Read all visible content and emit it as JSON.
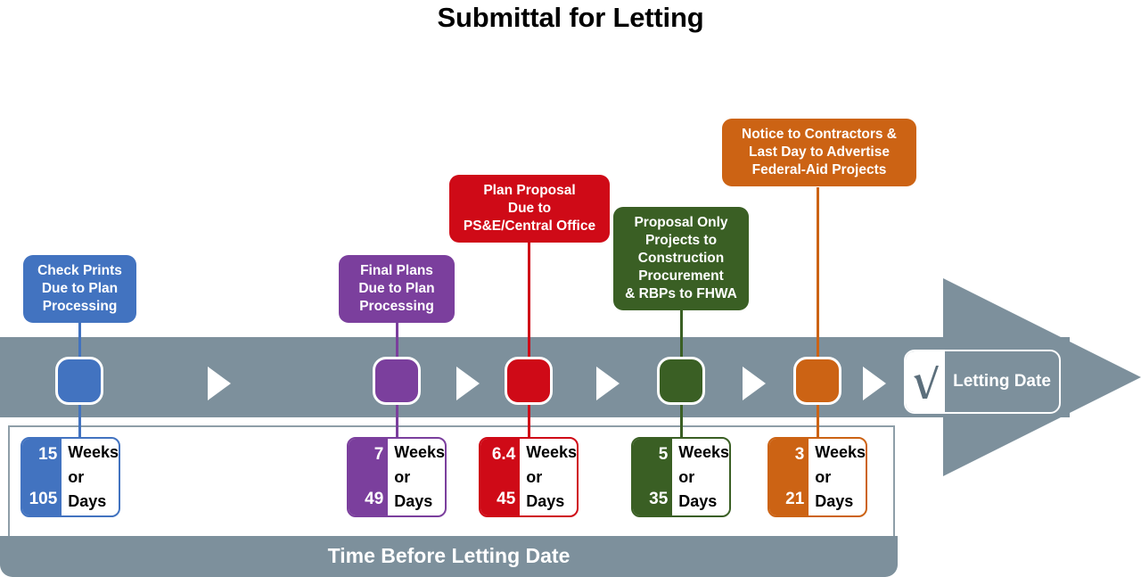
{
  "title": "Submittal for Letting",
  "footer": {
    "label": "Time Before Letting Date"
  },
  "letting": {
    "label": "Letting Date",
    "icon": "check-radical-icon"
  },
  "colors": {
    "band": "#7d909c",
    "blue": "#4273c0",
    "purple": "#7b3f9d",
    "red": "#cf0a17",
    "green": "#3a5f24",
    "orange": "#cc6314",
    "panel_border": "#8e9ea8",
    "white": "#ffffff",
    "black": "#000000"
  },
  "milestones": [
    {
      "id": "check-prints",
      "color": "#4273c0",
      "callout_lines": [
        "Check Prints",
        "Due to Plan",
        "Processing"
      ],
      "weeks": "15",
      "days": "105",
      "unit_top": "Weeks",
      "unit_mid": "or",
      "unit_bottom": "Days"
    },
    {
      "id": "final-plans",
      "color": "#7b3f9d",
      "callout_lines": [
        "Final Plans",
        "Due to Plan",
        "Processing"
      ],
      "weeks": "7",
      "days": "49",
      "unit_top": "Weeks",
      "unit_mid": "or",
      "unit_bottom": "Days"
    },
    {
      "id": "plan-proposal",
      "color": "#cf0a17",
      "callout_lines": [
        "Plan Proposal",
        "Due to",
        "PS&E/Central Office"
      ],
      "weeks": "6.4",
      "days": "45",
      "unit_top": "Weeks",
      "unit_mid": "or",
      "unit_bottom": "Days"
    },
    {
      "id": "proposal-only",
      "color": "#3a5f24",
      "callout_lines": [
        "Proposal Only",
        "Projects to",
        "Construction",
        "Procurement",
        "& RBPs to FHWA"
      ],
      "weeks": "5",
      "days": "35",
      "unit_top": "Weeks",
      "unit_mid": "or",
      "unit_bottom": "Days"
    },
    {
      "id": "notice-to-contractors",
      "color": "#cc6314",
      "callout_lines": [
        "Notice to Contractors &",
        "Last Day to Advertise",
        "Federal-Aid Projects"
      ],
      "weeks": "3",
      "days": "21",
      "unit_top": "Weeks",
      "unit_mid": "or",
      "unit_bottom": "Days"
    }
  ]
}
